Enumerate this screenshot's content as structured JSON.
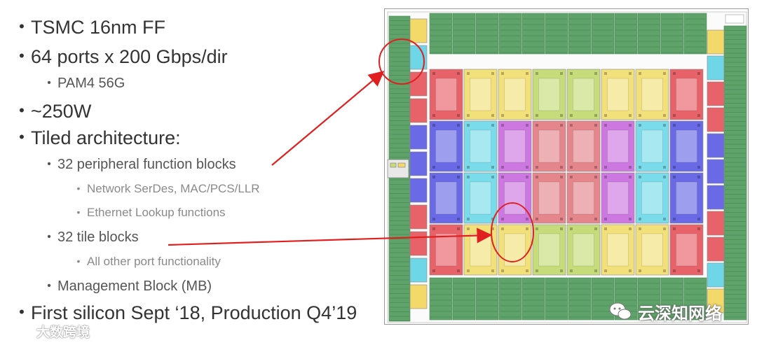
{
  "bullets": [
    {
      "level": 1,
      "text": "TSMC 16nm FF"
    },
    {
      "level": 1,
      "text": "64 ports x 200 Gbps/dir"
    },
    {
      "level": 2,
      "text": "PAM4 56G"
    },
    {
      "level": 1,
      "text": "~250W"
    },
    {
      "level": 1,
      "text": "Tiled architecture:"
    },
    {
      "level": 2,
      "text": "32 peripheral function blocks"
    },
    {
      "level": 3,
      "text": "Network SerDes, MAC/PCS/LLR"
    },
    {
      "level": 3,
      "text": "Ethernet Lookup functions"
    },
    {
      "level": 2,
      "text": "32 tile blocks"
    },
    {
      "level": 3,
      "text": "All other port functionality"
    },
    {
      "level": 2,
      "text": "Management Block (MB)"
    },
    {
      "level": 1,
      "text": "First silicon Sept ‘18, Production Q4’19"
    }
  ],
  "bullet_glyph": "•",
  "die_plot": {
    "colors": {
      "serdes_green": "#5fa36a",
      "mac_yellow": "#f3d86a",
      "lookup_cyan": "#6fd6e8",
      "tile_red": "#e8626a",
      "tile_yellow": "#f2e07a",
      "tile_lightgreen": "#c6dc7a",
      "tile_blue": "#6a6ae6",
      "tile_cyan": "#7adcea",
      "tile_violet": "#cc78e0",
      "tile_pink": "#e4868c",
      "annotation_red": "#e02020"
    }
  },
  "watermarks": {
    "left": "大数跨境",
    "right": "云深知网络"
  }
}
